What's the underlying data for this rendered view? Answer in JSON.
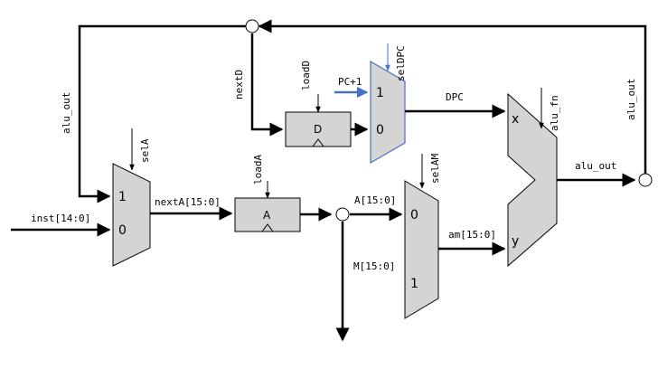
{
  "signals": {
    "alu_out_left": "alu_out",
    "alu_out_right": "alu_out",
    "alu_out_output": "alu_out",
    "nextD": "nextD",
    "loadD": "loadD",
    "selDPC": "selDPC",
    "pc_plus_1": "PC+1",
    "dpc": "DPC",
    "alu_fn": "alu_fn",
    "selA": "selA",
    "loadA": "loadA",
    "inst": "inst[14:0]",
    "nextA": "nextA[15:0]",
    "a_bus": "A[15:0]",
    "m_bus": "M[15:0]",
    "selAM": "selAM",
    "am": "am[15:0]"
  },
  "components": {
    "reg_d_label": "D",
    "reg_a_label": "A",
    "mux_a_in1": "1",
    "mux_a_in0": "0",
    "mux_dpc_in1": "1",
    "mux_dpc_in0": "0",
    "mux_am_in0": "0",
    "mux_am_in1": "1",
    "alu_x": "x",
    "alu_y": "y"
  },
  "colors": {
    "wire": "#000000",
    "component_fill": "#d4d4d4",
    "highlight": "#4472c4"
  }
}
